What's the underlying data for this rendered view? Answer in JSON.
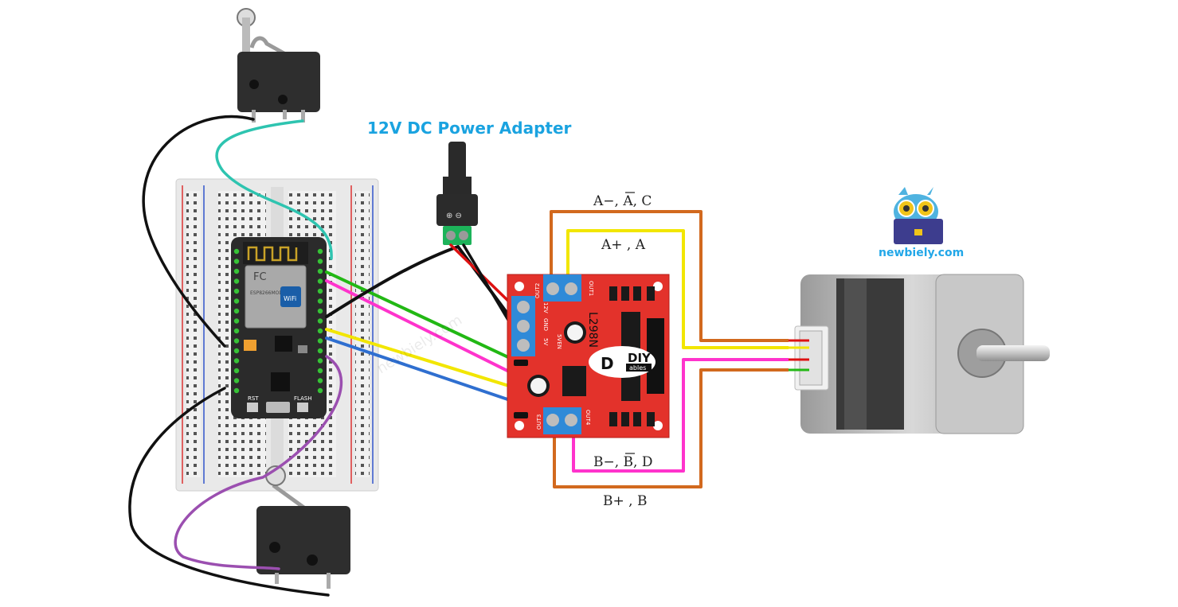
{
  "title": "12V DC Power Adapter",
  "brand": "newbiely.com",
  "watermark": "newbiely.com",
  "coil_labels": {
    "a_minus": "A−, A, C",
    "a_plus": "A+ , A",
    "b_minus": "B−, B, D",
    "b_plus": "B+ , B"
  },
  "driver": {
    "model": "L298N",
    "logo_top": "DIY",
    "logo_bottom": "ables",
    "out1": "OUT1",
    "out2": "OUT2",
    "out3": "OUT3",
    "out4": "OUT4",
    "pin_12v": "12V",
    "pin_gnd": "GND",
    "pin_5v": "5V",
    "pin_5ven": "5VEN"
  },
  "esp": {
    "module_text": "ESP8266MOD",
    "wifi_text": "WiFi",
    "fc_text": "FC",
    "rst": "RST",
    "flash": "FLASH"
  },
  "colors": {
    "orange_wire": "#d2691e",
    "yellow_wire": "#f2e600",
    "pink_wire": "#ff33cc",
    "green_wire": "#22b814",
    "blue_wire": "#2f6fd0",
    "teal_wire": "#2ec4b0",
    "purple_wire": "#9b4fb0",
    "black_wire": "#111111",
    "red_wire": "#d11",
    "driver_board": "#e3322b",
    "esp_board": "#2b2b2b",
    "accent": "#1aa3e0"
  }
}
